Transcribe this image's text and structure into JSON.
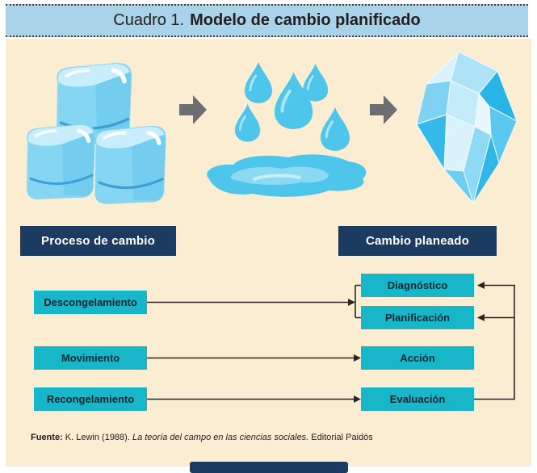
{
  "title": {
    "prefix": "Cuadro 1.",
    "main": "Modelo de cambio planificado"
  },
  "stages": {
    "left_header": "Proceso de cambio",
    "right_header": "Cambio planeado",
    "left_boxes": [
      "Descongelamiento",
      "Movimiento",
      "Recongelamiento"
    ],
    "right_boxes": [
      "Diagnóstico",
      "Planificación",
      "Acción",
      "Evaluación"
    ]
  },
  "illustrations": {
    "step1": "ice-cubes",
    "step2": "water-drops-and-puddle",
    "step3": "ice-crystal",
    "connector": "right-arrow"
  },
  "source": {
    "label": "Fuente:",
    "pre": " K. Lewin (1988). ",
    "book": "La teoría del campo en las ciencias sociales.",
    "post": " Editorial Paidós"
  },
  "colors": {
    "background_cream": "#fbedd2",
    "title_bar_blue": "#a9d3e9",
    "navy": "#1c3b60",
    "cyan_box": "#17b6c9",
    "arrow_gray": "#6d6e71",
    "connector_line": "#2a2626"
  }
}
